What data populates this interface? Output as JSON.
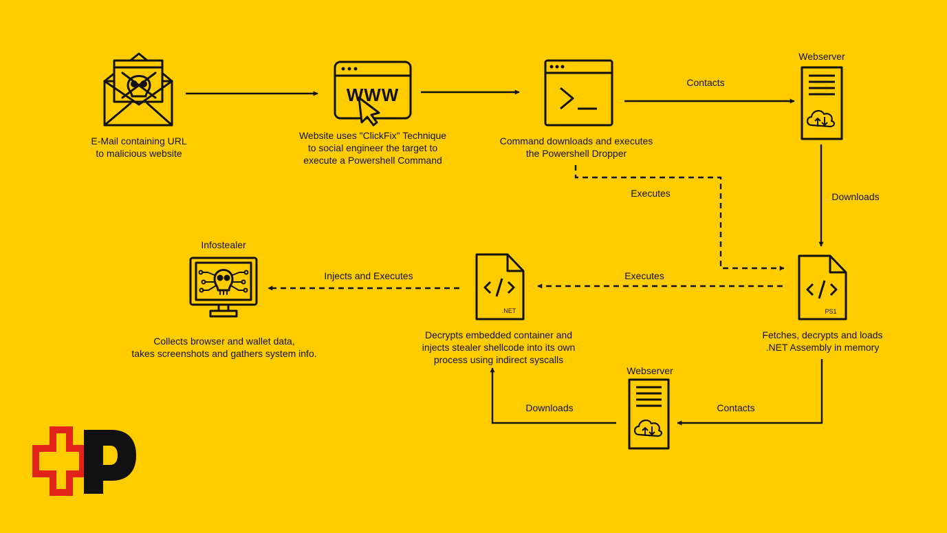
{
  "colors": {
    "background": "#FFCC00",
    "ink": "#111111",
    "logo_red": "#E2231A",
    "logo_black": "#111111"
  },
  "nodes": {
    "email": {
      "icon": "skull-envelope-icon",
      "caption": [
        "E-Mail containing URL",
        "to malicious website"
      ]
    },
    "website": {
      "icon": "www-browser-cursor-icon",
      "caption": [
        "Website uses \"ClickFix\" Technique",
        "to social engineer the target to",
        "execute a Powershell Command"
      ]
    },
    "command": {
      "icon": "terminal-window-icon",
      "caption": [
        "Command downloads and executes",
        "the Powershell Dropper"
      ]
    },
    "webserver_top": {
      "icon": "server-cloud-icon",
      "title": "Webserver"
    },
    "ps1": {
      "icon": "code-file-icon",
      "file_label": "PS1",
      "caption": [
        "Fetches, decrypts and loads",
        ".NET Assembly in memory"
      ]
    },
    "dotnet": {
      "icon": "code-file-icon",
      "file_label": ".NET",
      "caption": [
        "Decrypts embedded container and",
        "injects stealer shellcode into its own",
        "process using indirect syscalls"
      ]
    },
    "webserver_bottom": {
      "icon": "server-cloud-icon",
      "title": "Webserver"
    },
    "infostealer": {
      "icon": "skull-monitor-icon",
      "title": "Infostealer",
      "caption": [
        "Collects browser and wallet data,",
        "takes screenshots and gathers system info."
      ]
    }
  },
  "edges": {
    "command_contacts_webserver": "Contacts",
    "webserver_downloads_ps1": "Downloads",
    "command_executes_ps1": "Executes",
    "ps1_executes_dotnet": "Executes",
    "dotnet_injects_infostealer": "Injects and Executes",
    "ps1_contacts_webserver": "Contacts",
    "webserver_downloads_dotnet": "Downloads"
  },
  "logo": {
    "icon": "swiss-post-logo-icon",
    "letter": "P"
  }
}
